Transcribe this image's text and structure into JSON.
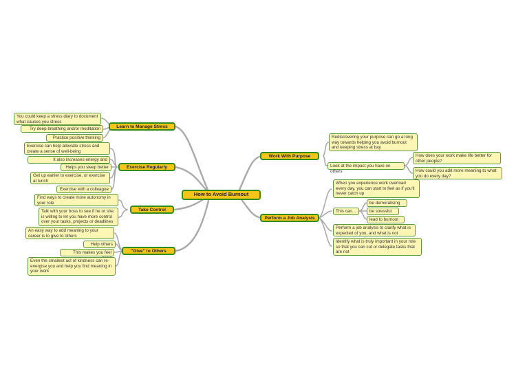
{
  "central": "How to Avoid Burnout",
  "branches": {
    "stress": "Learn to Manage Stress",
    "exercise": "Exercise Regularly",
    "control": "Take Control",
    "give": "\"Give\" to Others",
    "purpose": "Work With Purpose",
    "job": "Perform a Job Analysis"
  },
  "stress_items": [
    "You could keep a stress diary to document what causes you stress",
    "Try deep breathing and/or meditation",
    "Practice positive thinking"
  ],
  "exercise_items": [
    "Exercise can help alleviate stress and create a sense of well-being",
    "It also increases energy and productivity",
    "Helps you sleep better",
    "Get up earlier to exercise, or exercise at lunch",
    "Exercise with a colleague"
  ],
  "control_items": [
    "Find ways to create more autonomy in your role",
    "Talk with your boss to see if he or she is willing to let you have more control over your tasks, projects or deadlines"
  ],
  "give_items": [
    "An easy way to add meaning to your career is to give to others",
    "Help others",
    "This makes you feel good",
    "Even the smallest act of kindness can re-energise you and help you find meaning in your work"
  ],
  "purpose_items": [
    "Rediscovering your purpose can go a long way towards helping you avoid burnout and keeping stress at bay",
    "Look at the impact you have on others"
  ],
  "impact_items": [
    "How does your work make life better for other people?",
    "How could you add more meaning to what you do every day?"
  ],
  "job_items": [
    "When you experience work overload every day, you can start to feel as if you'll never catch up",
    "This can...",
    "Perform a job analysis to clarify what is expected of you, and what is not",
    "Identify what is truly important in your role so that you can cut or delegate tasks that are not"
  ],
  "thiscan_items": [
    "be demoralising",
    "be stressful",
    "lead to burnout"
  ],
  "colors": {
    "branch_fill": "#f4c518",
    "node_fill": "#fef6b4",
    "border": "#2e8b1f",
    "connector": "#a9a9a9"
  }
}
